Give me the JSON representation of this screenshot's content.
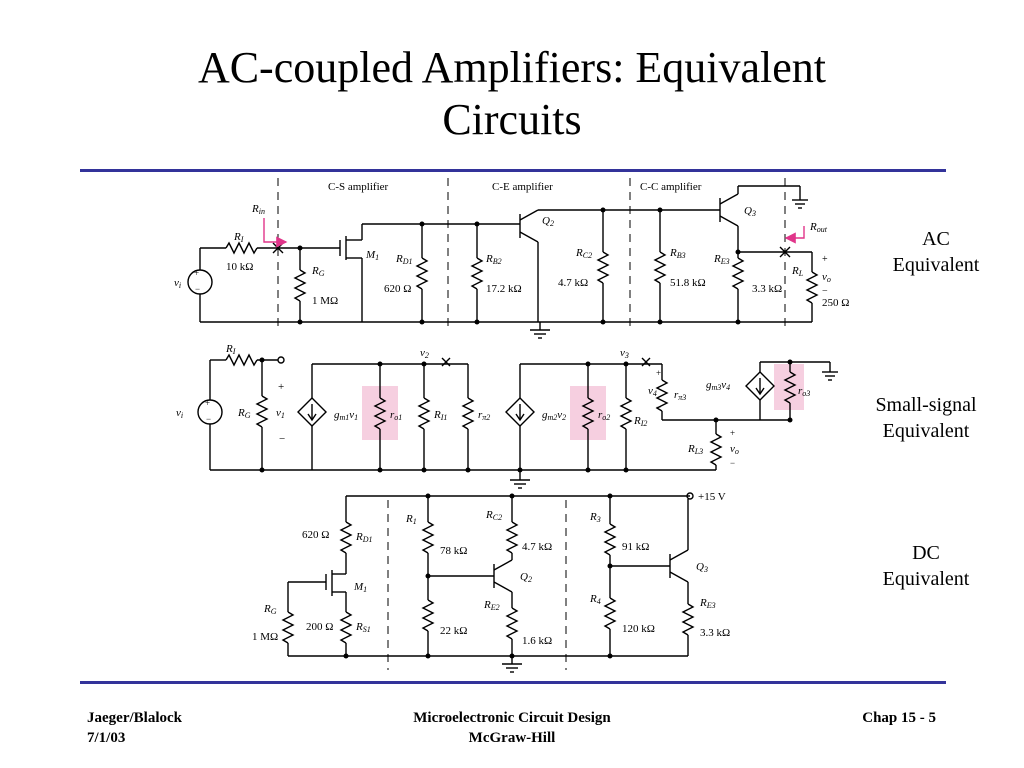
{
  "slide": {
    "title_line1": "AC-coupled Amplifiers: Equivalent",
    "title_line2": "Circuits"
  },
  "labels": {
    "ac": [
      "AC",
      "Equivalent"
    ],
    "small_signal": [
      "Small-signal",
      "Equivalent"
    ],
    "dc": [
      "DC",
      "Equivalent"
    ]
  },
  "ac_circuit": {
    "sections": [
      "C-S amplifier",
      "C-E amplifier",
      "C-C amplifier"
    ],
    "components": {
      "rin": "R",
      "rin_sub": "in",
      "ri": "R",
      "ri_sub": "I",
      "ri_value": "10 kΩ",
      "vi": "v",
      "vi_sub": "i",
      "rg": "R",
      "rg_sub": "G",
      "rg_value": "1 MΩ",
      "m1": "M",
      "m1_sub": "1",
      "rd1": "R",
      "rd1_sub": "D1",
      "rd1_value": "620 Ω",
      "rb2": "R",
      "rb2_sub": "B2",
      "rb2_value": "17.2 kΩ",
      "q2": "Q",
      "q2_sub": "2",
      "rc2": "R",
      "rc2_sub": "C2",
      "rc2_value": "4.7 kΩ",
      "rb3": "R",
      "rb3_sub": "B3",
      "rb3_value": "51.8 kΩ",
      "q3": "Q",
      "q3_sub": "3",
      "re3": "R",
      "re3_sub": "E3",
      "re3_value": "3.3 kΩ",
      "rout": "R",
      "rout_sub": "out",
      "rl": "R",
      "rl_sub": "L",
      "rl_value": "250 Ω",
      "vo": "v",
      "vo_sub": "o",
      "plus": "+",
      "minus": "−"
    }
  },
  "small_signal_circuit": {
    "ri": "R",
    "ri_sub": "I",
    "vi": "v",
    "vi_sub": "i",
    "rg": "R",
    "rg_sub": "G",
    "v1": "v",
    "v1_sub": "1",
    "v2": "v",
    "v2_sub": "2",
    "v3": "v",
    "v3_sub": "3",
    "v4": "v",
    "v4_sub": "4",
    "gm1v1": "g",
    "gm1v1_sub": "m1",
    "gm1v1_tail": "v",
    "gm1v1_tail_sub": "1",
    "ro1": "r",
    "ro1_sub": "o1",
    "r11": "R",
    "r11_sub": "I1",
    "rpi2": "r",
    "rpi2_sub": "π2",
    "gm2v2": "g",
    "gm2v2_sub": "m2",
    "gm2v2_tail": "v",
    "gm2v2_tail_sub": "2",
    "ro2": "r",
    "ro2_sub": "o2",
    "ri2": "R",
    "ri2_sub": "I2",
    "rpi3": "r",
    "rpi3_sub": "π3",
    "gm3v4": "g",
    "gm3v4_sub": "m3",
    "gm3v4_tail": "v",
    "gm3v4_tail_sub": "4",
    "ro3": "r",
    "ro3_sub": "o3",
    "rl3": "R",
    "rl3_sub": "L3",
    "vo": "v",
    "vo_sub": "o",
    "plus": "+",
    "minus": "−"
  },
  "dc_circuit": {
    "rd1_value": "620 Ω",
    "rd1": "R",
    "rd1_sub": "D1",
    "m1": "M",
    "m1_sub": "1",
    "rg": "R",
    "rg_sub": "G",
    "rg_value": "1 MΩ",
    "rs1_value": "200 Ω",
    "rs1": "R",
    "rs1_sub": "S1",
    "r1": "R",
    "r1_sub": "1",
    "r1_value": "78 kΩ",
    "r2_value": "22 kΩ",
    "rc2": "R",
    "rc2_sub": "C2",
    "rc2_value": "4.7 kΩ",
    "q2": "Q",
    "q2_sub": "2",
    "re2": "R",
    "re2_sub": "E2",
    "re2_value": "1.6 kΩ",
    "r3": "R",
    "r3_sub": "3",
    "r3_value": "91 kΩ",
    "r4": "R",
    "r4_sub": "4",
    "r4_value": "120 kΩ",
    "supply": "+15 V",
    "q3": "Q",
    "q3_sub": "3",
    "re3": "R",
    "re3_sub": "E3",
    "re3_value": "3.3 kΩ"
  },
  "footer": {
    "author": "Jaeger/Blalock",
    "date": "7/1/03",
    "book": "Microelectronic Circuit Design",
    "publisher": "McGraw-Hill",
    "page": "Chap 15 - 5"
  },
  "colors": {
    "rule": "#33339a",
    "highlight": "#f6cfe0",
    "arrow": "#e0358a"
  }
}
